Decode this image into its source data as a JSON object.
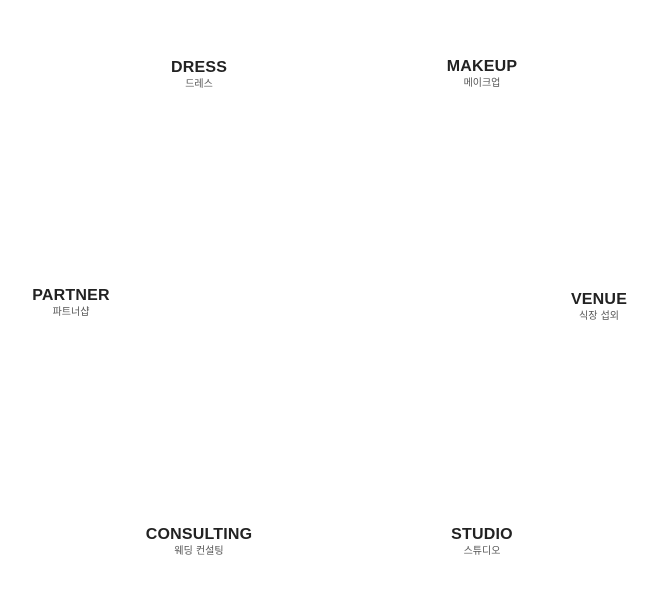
{
  "categories": {
    "dress": {
      "en": "DRESS",
      "ko": "드레스"
    },
    "makeup": {
      "en": "MAKEUP",
      "ko": "메이크업"
    },
    "partner": {
      "en": "PARTNER",
      "ko": "파트너샵"
    },
    "venue": {
      "en": "VENUE",
      "ko": "식장 섭외"
    },
    "consulting": {
      "en": "CONSULTING",
      "ko": "웨딩 컨설팅"
    },
    "studio": {
      "en": "STUDIO",
      "ko": "스튜디오"
    }
  }
}
